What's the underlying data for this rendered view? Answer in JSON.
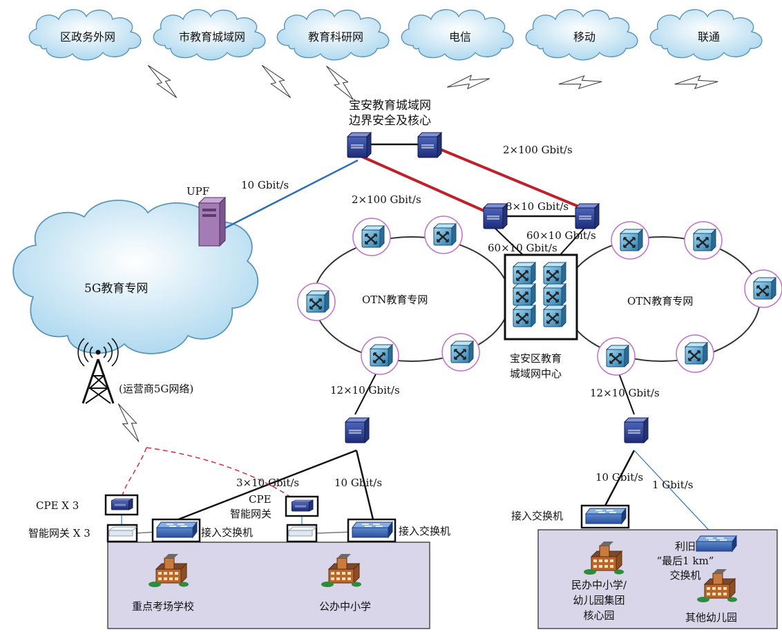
{
  "clouds": [
    {
      "label": "区政务外网"
    },
    {
      "label": "市教育城域网"
    },
    {
      "label": "教育科研网"
    },
    {
      "label": "电信"
    },
    {
      "label": "移动"
    },
    {
      "label": "联通"
    }
  ],
  "core": {
    "line1": "宝安教育城域网",
    "line2": "边界安全及核心"
  },
  "links": {
    "core_to_right": "2×100 Gbit/s",
    "core_to_left": "2×100 Gbit/s",
    "upf_link": "10 Gbit/s",
    "pair_link": "8×10 Gbit/s",
    "stack_right": "60×10 Gbit/s",
    "stack_left": "60×10 Gbit/s",
    "left_ring_down": "12×10 Gbit/s",
    "right_ring_down": "12×10 Gbit/s",
    "left_agg_to_switch1": "3×10 Gbit/s",
    "left_agg_to_switch2": "10 Gbit/s",
    "right_agg_to_switch": "10 Gbit/s",
    "right_agg_to_old": "1 Gbit/s"
  },
  "upf": "UPF",
  "cloud_5g": "5G教育专网",
  "tower_label": "(运营商5G网络)",
  "otn_left": "OTN教育专网",
  "otn_right": "OTN教育专网",
  "center": {
    "line1": "宝安区教育",
    "line2": "城域网中心"
  },
  "cpe": {
    "left": "CPE X 3",
    "gateway_left": "智能网关 X 3",
    "mid_line1": "CPE",
    "mid_line2": "智能网关"
  },
  "access_switch": [
    "接入交换机",
    "接入交换机",
    "接入交换机"
  ],
  "schools": {
    "key_exam": "重点考场学校",
    "public": "公办中小学",
    "private_line1": "民办中小学/",
    "private_line2": "幼儿园集团",
    "private_line3": "核心园",
    "other_kinder": "其他幼儿园"
  },
  "old_switch": {
    "line1": "利旧",
    "line2": "“最后1 km”",
    "line3": "交换机"
  },
  "colors": {
    "red_link": "#c0202a",
    "blue_link": "#2d6fb5",
    "cloud": "#b9dff0",
    "ring_node": "#c070c8",
    "panel": "#d8d6e8"
  }
}
